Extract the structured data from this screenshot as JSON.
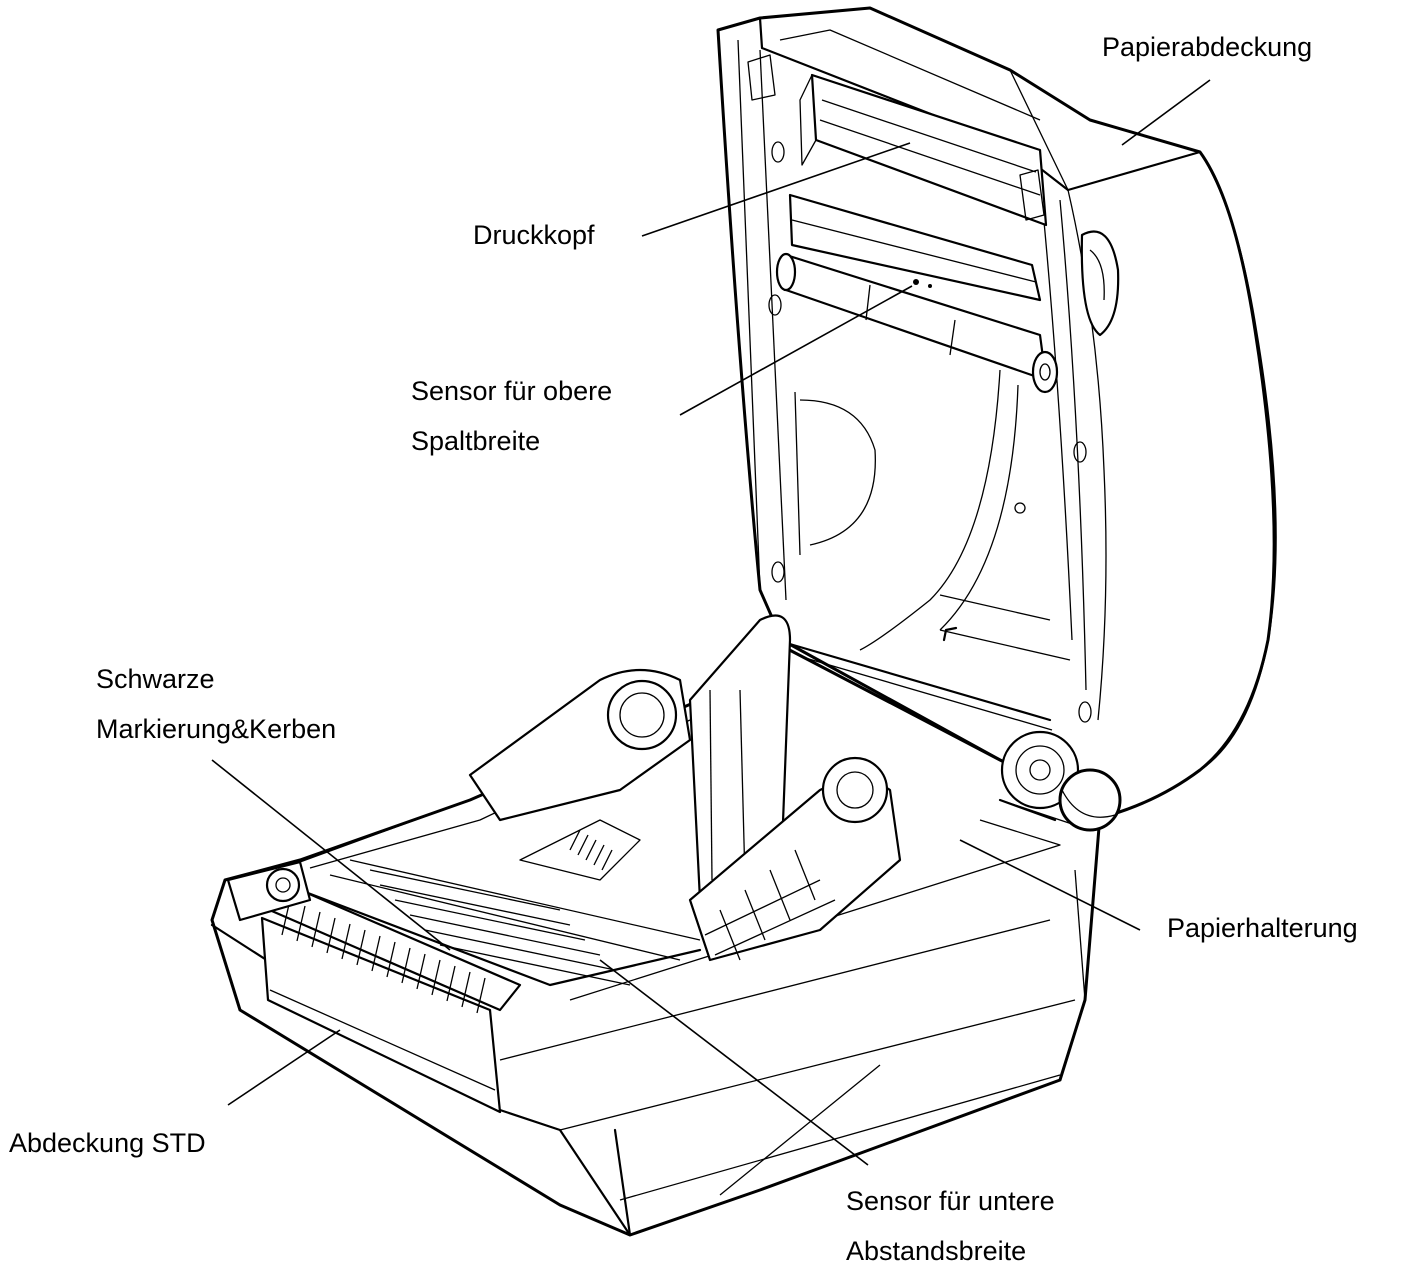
{
  "labels": {
    "paper_cover": "Papierabdeckung",
    "print_head": "Druckkopf",
    "upper_sensor_1": "Sensor für obere",
    "upper_sensor_2": "Spaltbreite",
    "black_mark_1": "Schwarze",
    "black_mark_2": "Markierung&Kerben",
    "paper_holder": "Papierhalterung",
    "std_cover": "Abdeckung STD",
    "lower_sensor_1": "Sensor für untere",
    "lower_sensor_2": "Abstandsbreite"
  }
}
